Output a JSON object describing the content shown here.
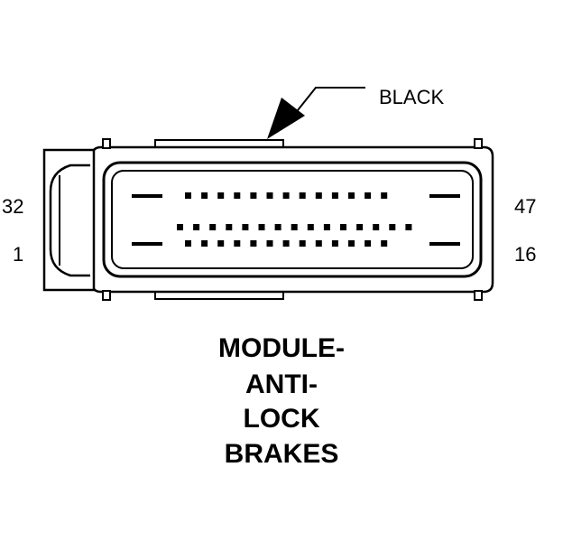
{
  "connector": {
    "color_callout": "BLACK",
    "pin_labels": {
      "top_left": "32",
      "bottom_left": "1",
      "top_right": "47",
      "bottom_right": "16"
    },
    "title_lines": [
      "MODULE-",
      "ANTI-",
      "LOCK",
      "BRAKES"
    ],
    "rows": {
      "top_small_pins": 13,
      "middle_small_pins": 15,
      "bottom_small_pins": 13
    }
  }
}
